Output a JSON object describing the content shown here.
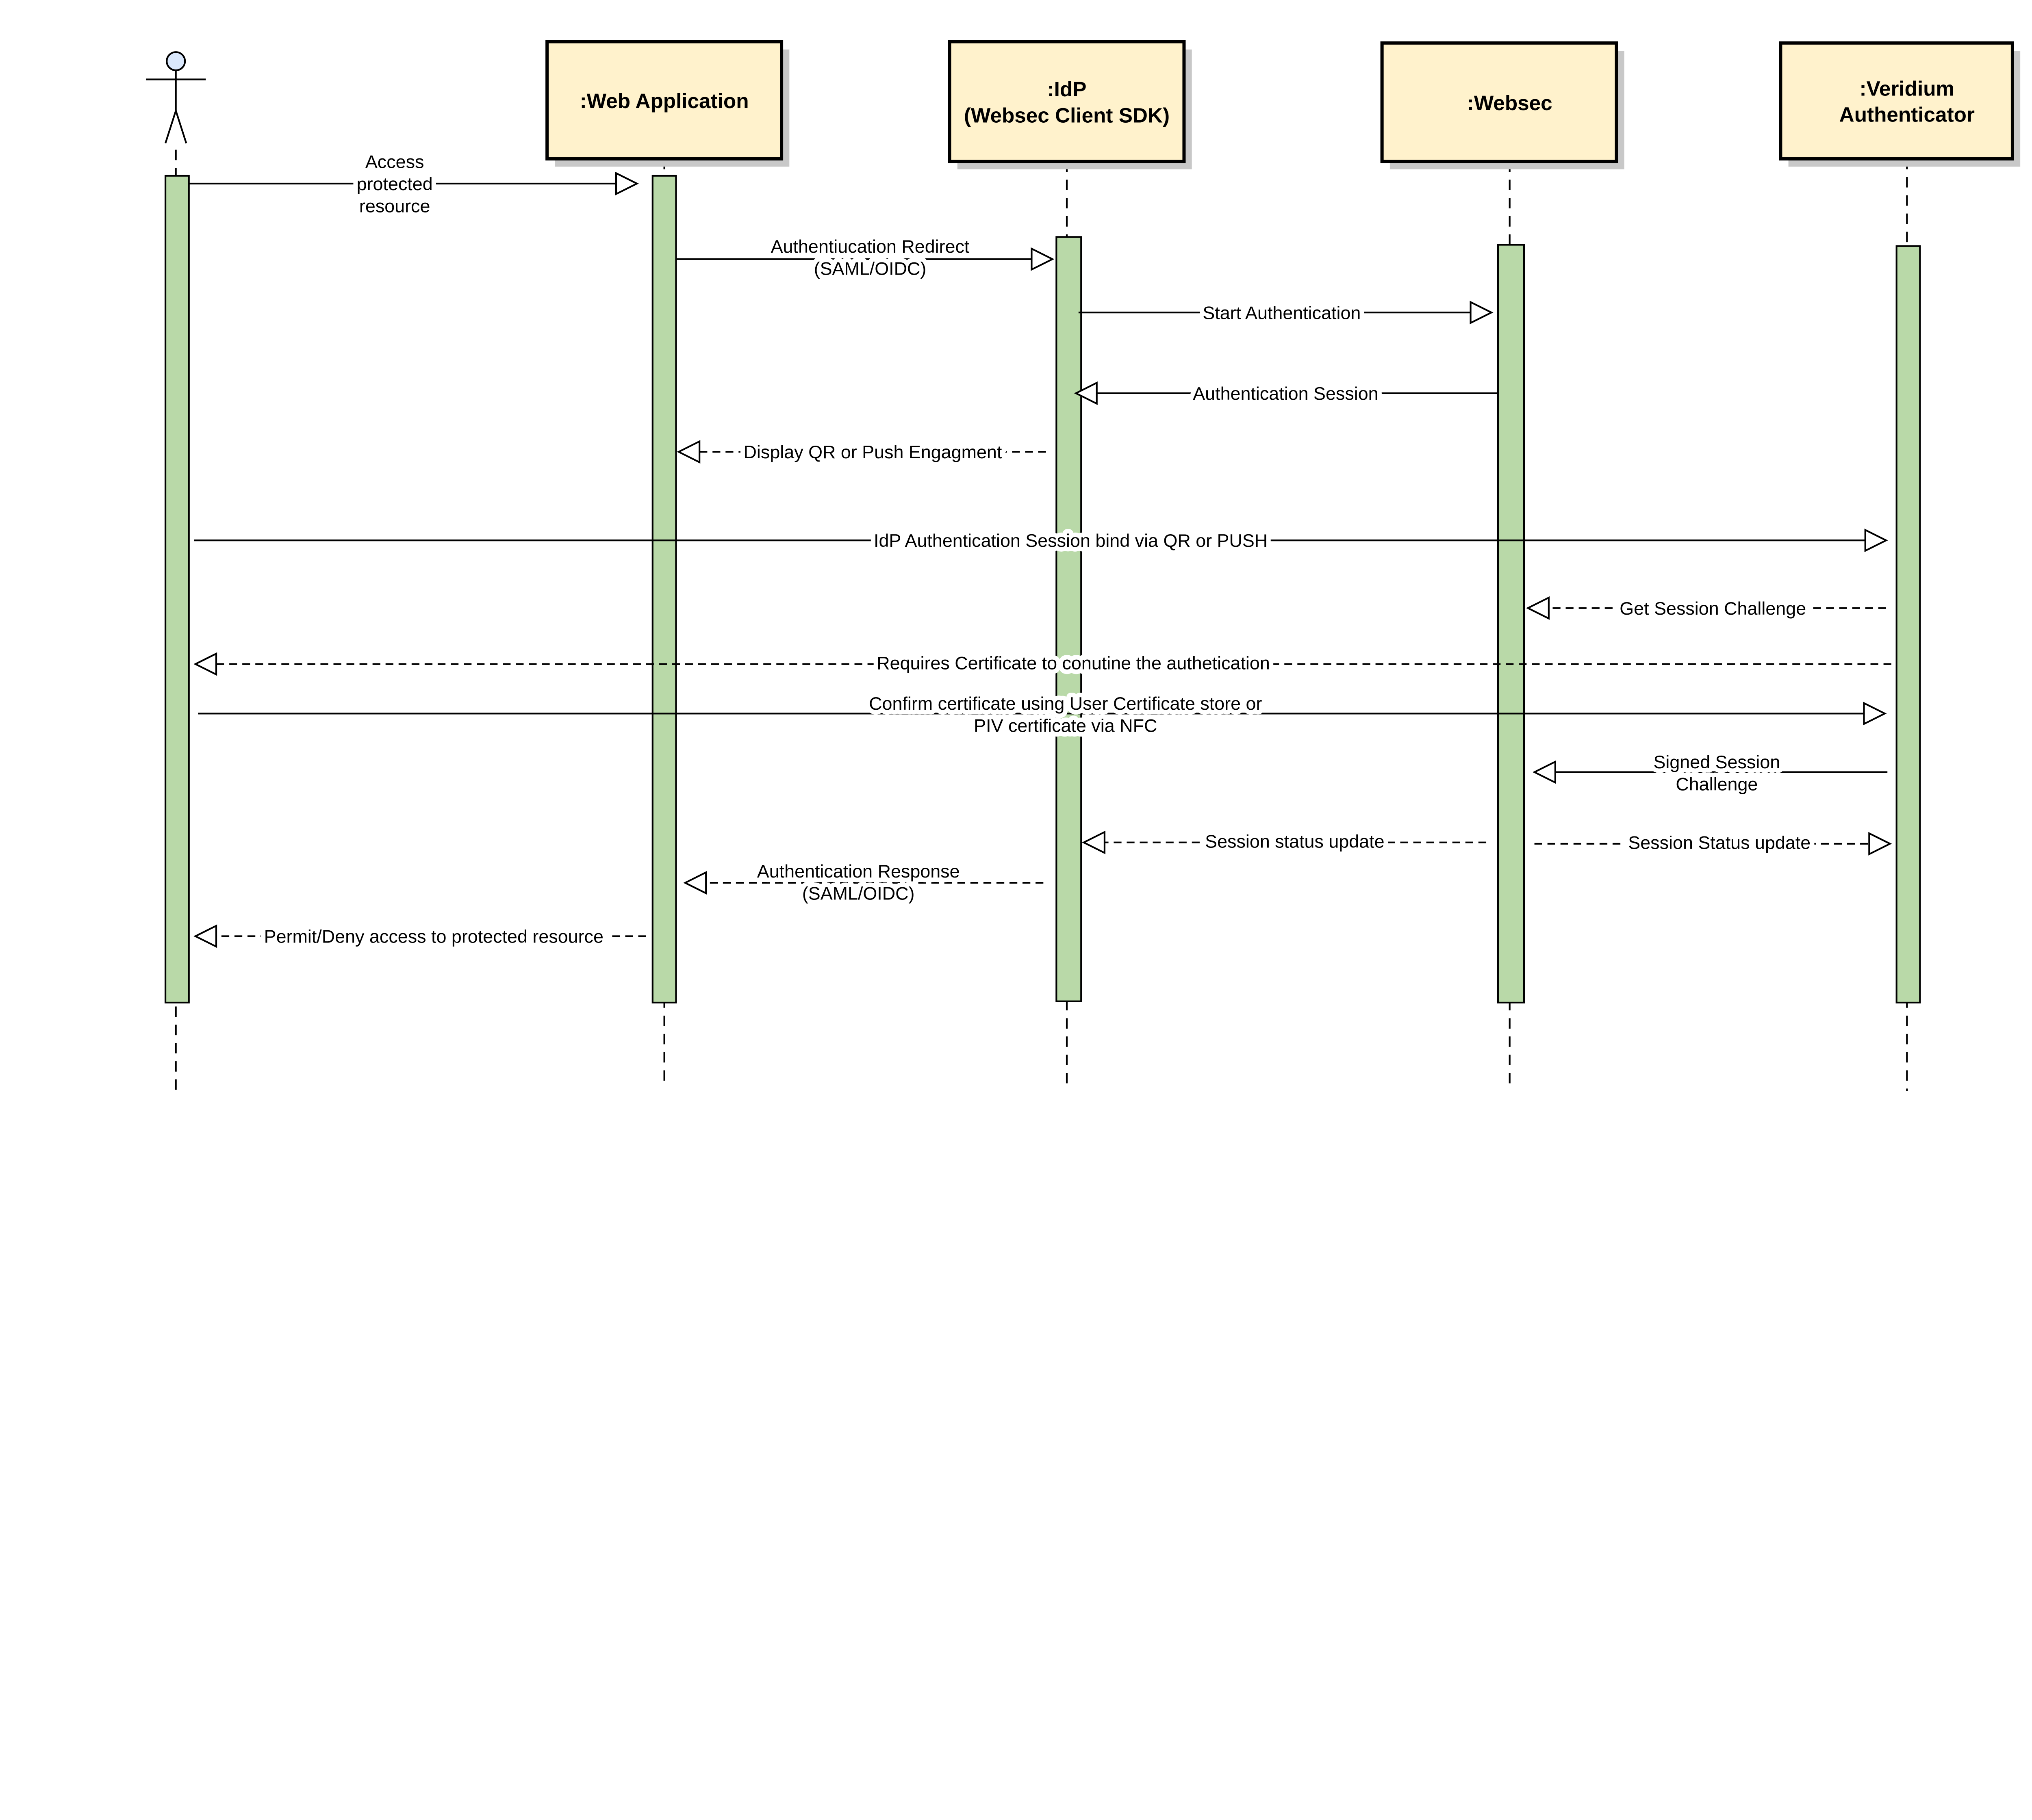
{
  "colors": {
    "participant_fill": "#FFF2CC",
    "activation_fill": "#B9D9A8",
    "actor_head": "#DAE8FC",
    "line": "#000000"
  },
  "participants": [
    {
      "id": "actor",
      "lines": []
    },
    {
      "id": "web-application",
      "lines": [
        ":Web Application"
      ]
    },
    {
      "id": "idp",
      "lines": [
        ":IdP",
        "(Websec Client SDK)"
      ]
    },
    {
      "id": "websec",
      "lines": [
        ":Websec"
      ]
    },
    {
      "id": "veridium-authenticator",
      "lines": [
        ":Veridium",
        "Authenticator"
      ]
    }
  ],
  "messages": [
    {
      "from": "actor",
      "to": "web-application",
      "style": "solid",
      "lines": [
        "Access",
        "protected",
        "resource"
      ]
    },
    {
      "from": "web-application",
      "to": "idp",
      "style": "solid",
      "lines": [
        "Authentiucation Redirect",
        "(SAML/OIDC)"
      ]
    },
    {
      "from": "idp",
      "to": "websec",
      "style": "solid",
      "lines": [
        "Start Authentication"
      ]
    },
    {
      "from": "websec",
      "to": "idp",
      "style": "solid",
      "lines": [
        "Authentication Session"
      ]
    },
    {
      "from": "idp",
      "to": "web-application",
      "style": "dashed",
      "lines": [
        "Display QR or Push Engagment"
      ]
    },
    {
      "from": "actor",
      "to": "veridium-authenticator",
      "style": "solid",
      "lines": [
        "IdP Authentication Session bind via QR or PUSH"
      ]
    },
    {
      "from": "veridium-authenticator",
      "to": "websec",
      "style": "dashed",
      "lines": [
        "Get Session Challenge"
      ]
    },
    {
      "from": "veridium-authenticator",
      "to": "actor",
      "style": "dashed",
      "lines": [
        "Requires Certificate to conutine the authetication"
      ]
    },
    {
      "from": "actor",
      "to": "veridium-authenticator",
      "style": "solid",
      "lines": [
        "Confirm certificate using User Certificate store or",
        "PIV certificate via NFC"
      ]
    },
    {
      "from": "veridium-authenticator",
      "to": "websec",
      "style": "solid",
      "lines": [
        "Signed Session",
        "Challenge"
      ]
    },
    {
      "from": "websec",
      "to": "idp",
      "style": "dashed",
      "lines": [
        "Session status update"
      ]
    },
    {
      "from": "websec",
      "to": "veridium-authenticator",
      "style": "dashed",
      "lines": [
        "Session Status update"
      ]
    },
    {
      "from": "idp",
      "to": "web-application",
      "style": "dashed",
      "lines": [
        "Authentication Response",
        "(SAML/OIDC)"
      ]
    },
    {
      "from": "web-application",
      "to": "actor",
      "style": "dashed",
      "lines": [
        "Permit/Deny access to protected resource"
      ]
    }
  ]
}
